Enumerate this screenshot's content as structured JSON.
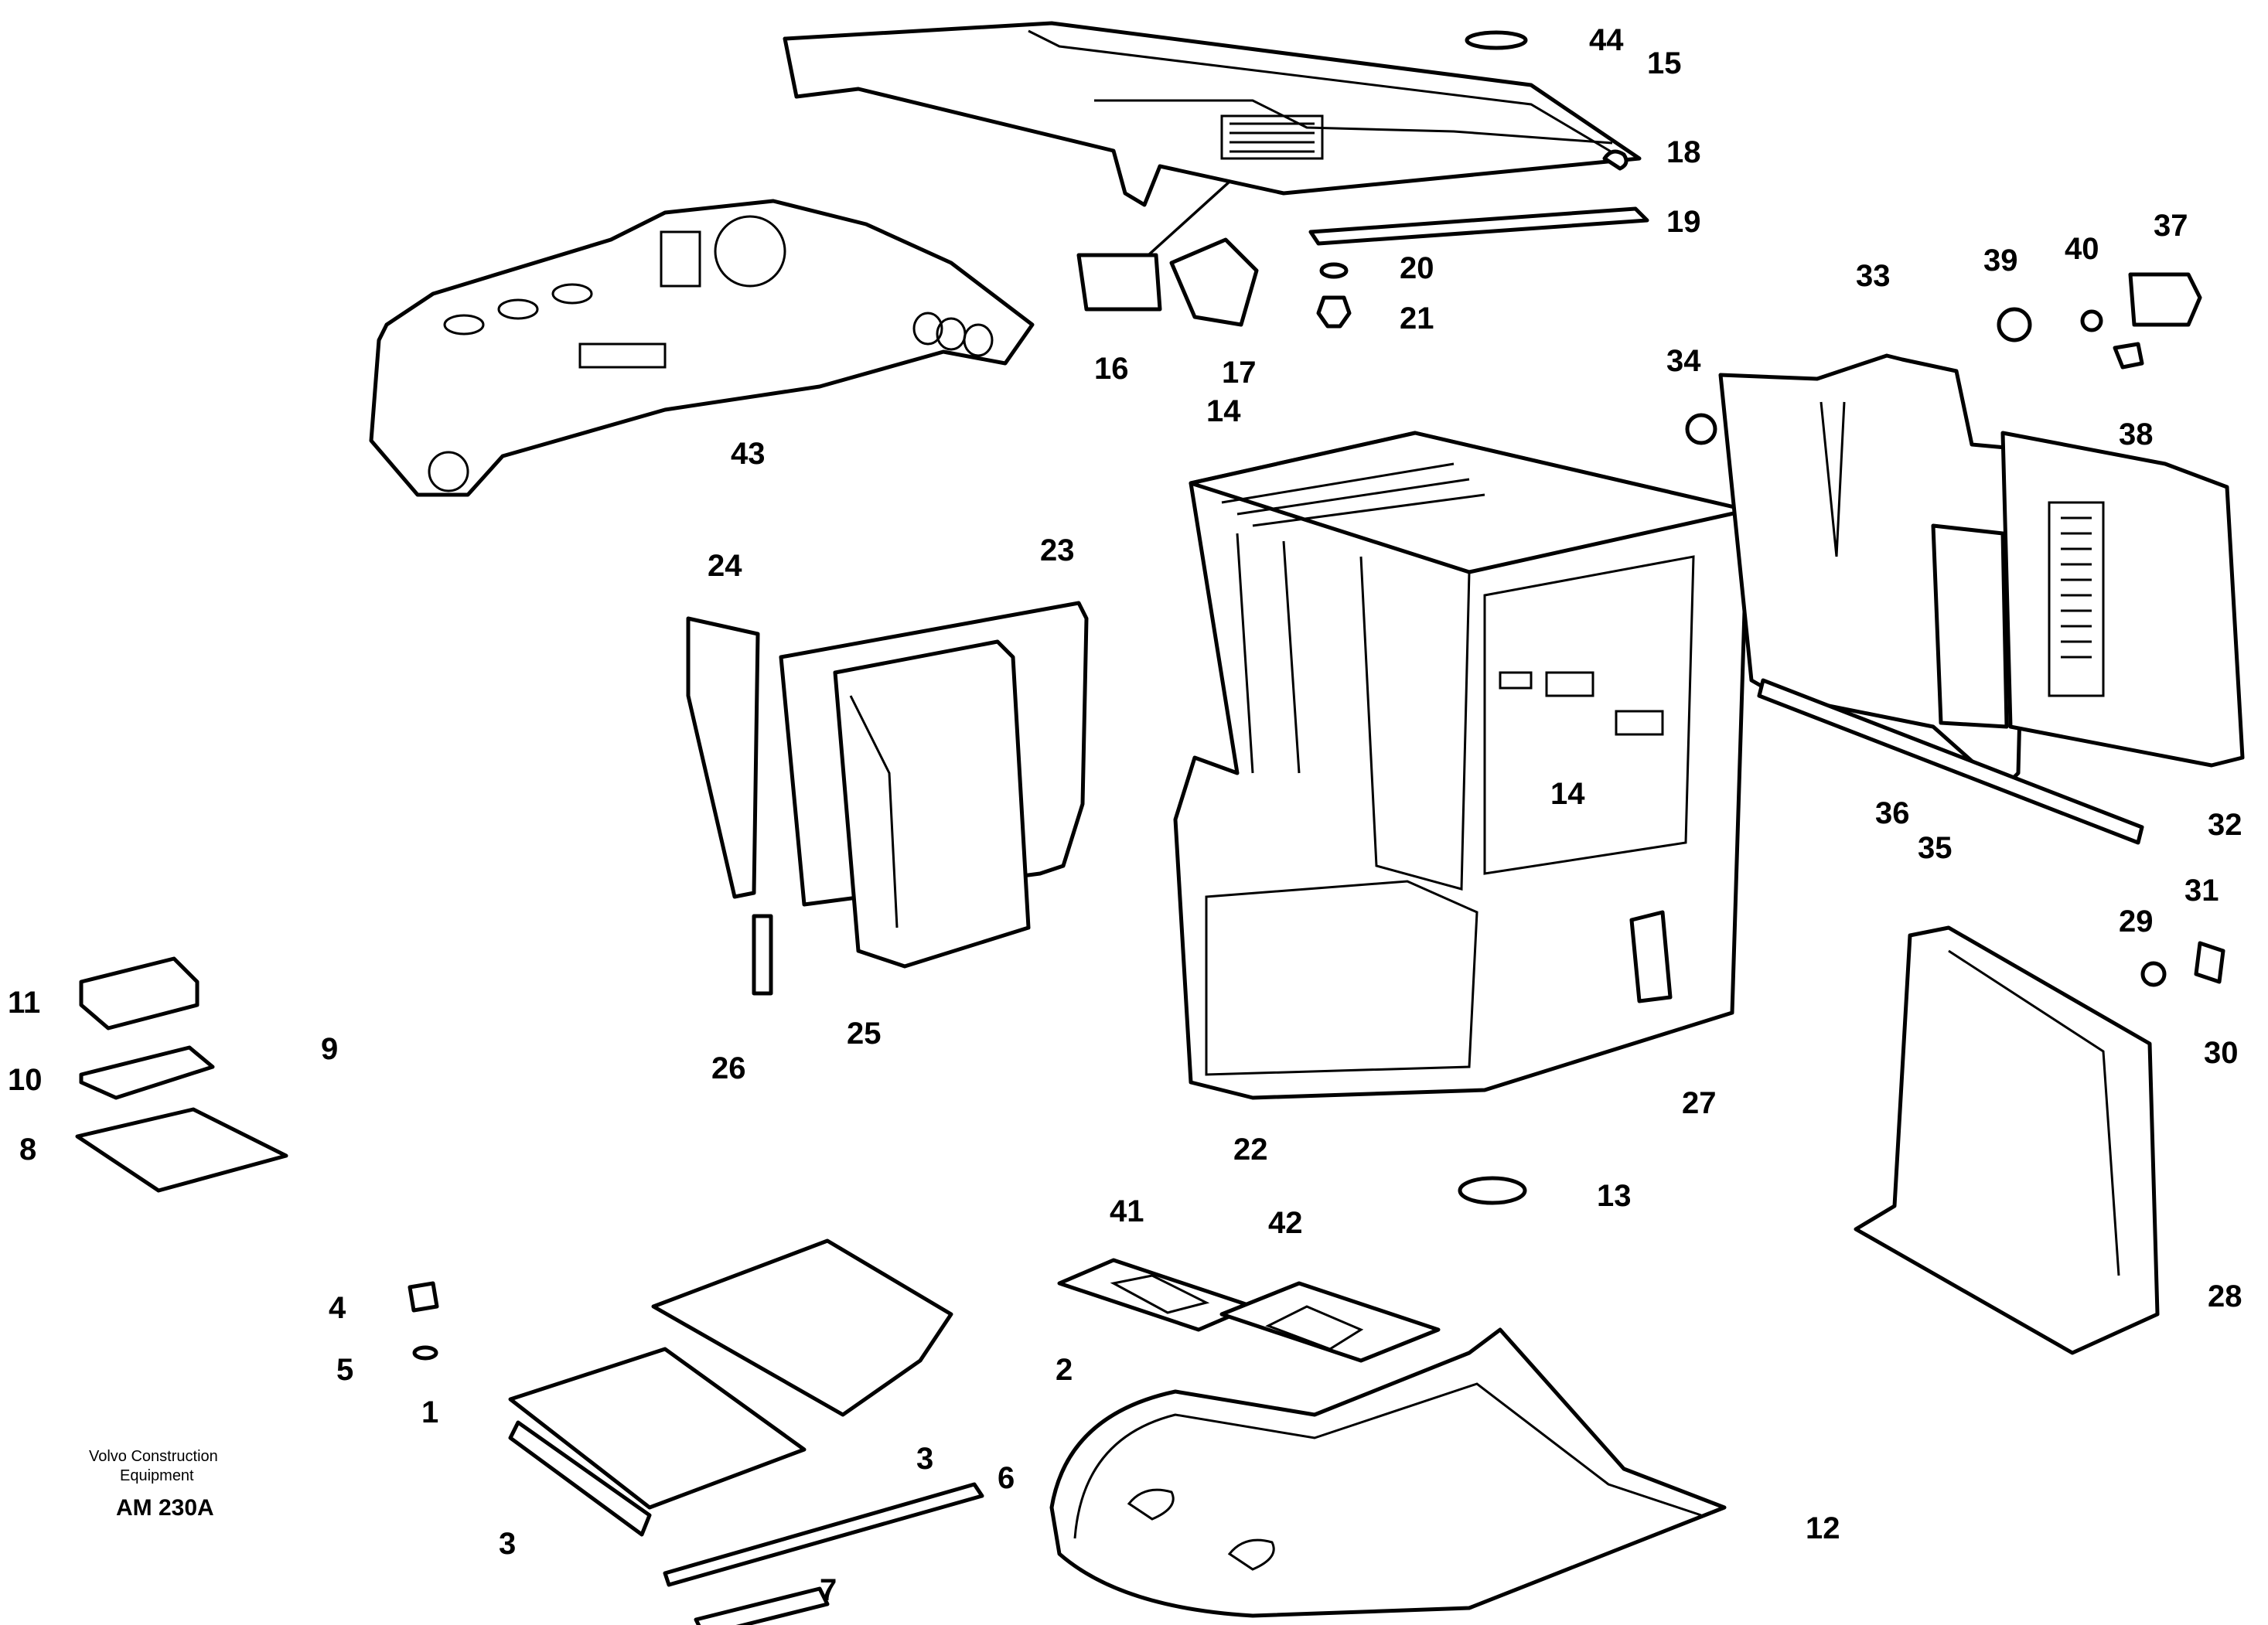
{
  "credit": {
    "line1": "Volvo Construction",
    "line2": "Equipment",
    "code": "AM 230A"
  },
  "callouts": [
    "1",
    "2",
    "3",
    "3",
    "4",
    "5",
    "6",
    "7",
    "8",
    "9",
    "10",
    "11",
    "12",
    "13",
    "14",
    "14",
    "15",
    "16",
    "17",
    "18",
    "19",
    "20",
    "21",
    "22",
    "23",
    "24",
    "25",
    "26",
    "27",
    "28",
    "29",
    "30",
    "31",
    "32",
    "33",
    "34",
    "35",
    "36",
    "37",
    "38",
    "39",
    "40",
    "41",
    "42",
    "43",
    "44"
  ]
}
